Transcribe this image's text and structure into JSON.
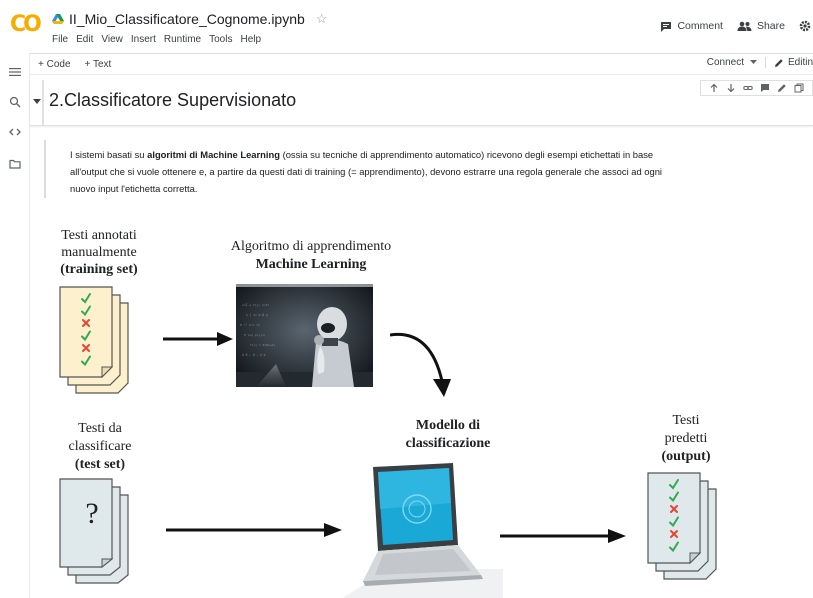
{
  "app": {
    "logo": "CO",
    "notebook_title": "II_Mio_Classificatore_Cognome.ipynb",
    "menu": [
      "File",
      "Edit",
      "View",
      "Insert",
      "Runtime",
      "Tools",
      "Help"
    ],
    "comment_label": "Comment",
    "share_label": "Share"
  },
  "toolbar": {
    "add_code": "+ Code",
    "add_text": "+ Text",
    "connect": "Connect",
    "editing": "Editin"
  },
  "section": {
    "title": "2.Classificatore Supervisionato"
  },
  "paragraph": {
    "part1": "I sistemi basati su ",
    "bold": "algoritmi di Machine Learning",
    "part2": " (ossia su tecniche di apprendimento automatico) ricevono degli esempi etichettati in base all'output che si vuole ottenere e, a partire da questi dati di training (= apprendimento), devono estrarre una regola generale che associ ad ogni nuovo input l'etichetta corretta."
  },
  "diagram": {
    "training_l1": "Testi annotati",
    "training_l2": "manualmente",
    "training_l3": "(training set)",
    "algo_l1": "Algoritmo di apprendimento",
    "algo_l2": "Machine Learning",
    "model_l1": "Modello di",
    "model_l2": "classificazione",
    "test_l1": "Testi da",
    "test_l2": "classificare",
    "test_l3": "(test set)",
    "pred_l1": "Testi",
    "pred_l2": "predetti",
    "pred_l3": "(output)",
    "question": "?",
    "training_marks": [
      "check",
      "check",
      "cross",
      "check",
      "cross",
      "check"
    ],
    "output_marks": [
      "check",
      "check",
      "cross",
      "check",
      "cross",
      "check"
    ]
  },
  "colors": {
    "logo_yellow": "#f9ab00",
    "logo_orange": "#e8710a",
    "check_green": "#34a853",
    "cross_red": "#ea4335",
    "doc_cream": "#fdf1cd",
    "doc_blue": "#dfe9ec"
  }
}
